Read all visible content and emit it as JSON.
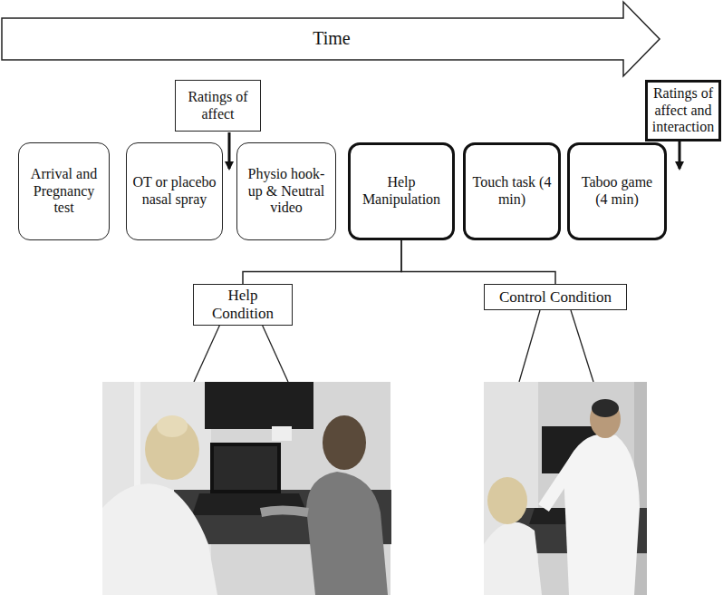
{
  "diagram": {
    "nodes": [
      {
        "text": [
          "Time"
        ]
      },
      {
        "text": [
          "Ratings of affect"
        ]
      },
      {
        "text": [
          "Ratings of affect and interaction"
        ]
      },
      {
        "text": [
          "Arrival and Pregnancy test"
        ]
      },
      {
        "text": [
          "OT or placebo nasal spray"
        ]
      },
      {
        "text": [
          "Physio hook-up & Neutral video"
        ]
      },
      {
        "text": [
          "Help Manipulation"
        ]
      },
      {
        "text": [
          "Touch task (4 min)"
        ]
      },
      {
        "text": [
          "Taboo game (4 min)"
        ]
      },
      {
        "text": [
          "Help Condition"
        ]
      },
      {
        "text": [
          "Control Condition"
        ]
      }
    ],
    "edges": [
      {
        "from": 6,
        "to": 9,
        "arrow": "none"
      },
      {
        "from": 6,
        "to": 10,
        "arrow": "none"
      }
    ]
  }
}
